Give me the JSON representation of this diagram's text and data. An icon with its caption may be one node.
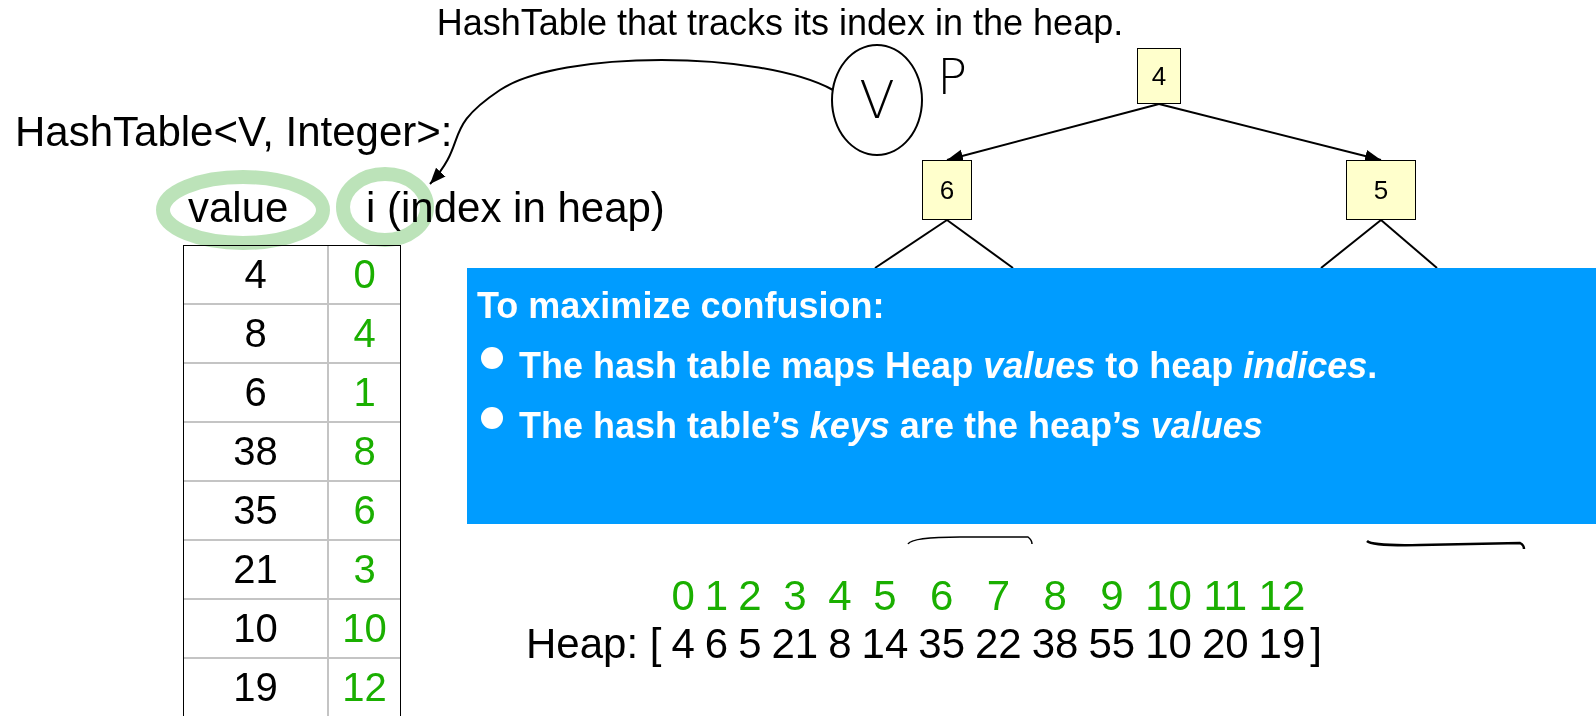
{
  "diagram": {
    "title": "HashTable that tracks its index in the heap.",
    "nodes": [
      {
        "text": [
          "4"
        ]
      },
      {
        "text": [
          "6"
        ]
      },
      {
        "text": [
          "5"
        ]
      },
      {
        "text": [
          "To maximize confusion:",
          "The hash table maps Heap *values* to heap *indices*.",
          "The hash table’s *keys* are the heap’s *values*"
        ]
      },
      {
        "text": [
          "V"
        ]
      },
      {
        "text": [
          "i (index in heap)"
        ]
      }
    ],
    "edges": [
      {
        "from": 0,
        "to": 1,
        "arrow": "to"
      },
      {
        "from": 0,
        "to": 2,
        "arrow": "to"
      },
      {
        "from": 1,
        "to": 3,
        "arrow": "none"
      },
      {
        "from": 1,
        "to": 3,
        "arrow": "none"
      },
      {
        "from": 2,
        "to": 3,
        "arrow": "none"
      },
      {
        "from": 2,
        "to": 3,
        "arrow": "none"
      },
      {
        "from": 4,
        "to": 5,
        "arrow": "to"
      }
    ],
    "labels": [
      "P",
      "HashTable<V, Integer>:",
      "value",
      "4",
      "0",
      "8",
      "4",
      "6",
      "1",
      "38",
      "8",
      "35",
      "6",
      "21",
      "3",
      "10",
      "10",
      "19",
      "12",
      "0",
      "1",
      "2",
      "3",
      "4",
      "5",
      "6",
      "7",
      "8",
      "9",
      "10",
      "11",
      "12",
      "Heap: [",
      "4",
      "6",
      "5",
      "21",
      "8",
      "14",
      "35",
      "22",
      "38",
      "55",
      "10",
      "20",
      "19",
      "]"
    ]
  }
}
